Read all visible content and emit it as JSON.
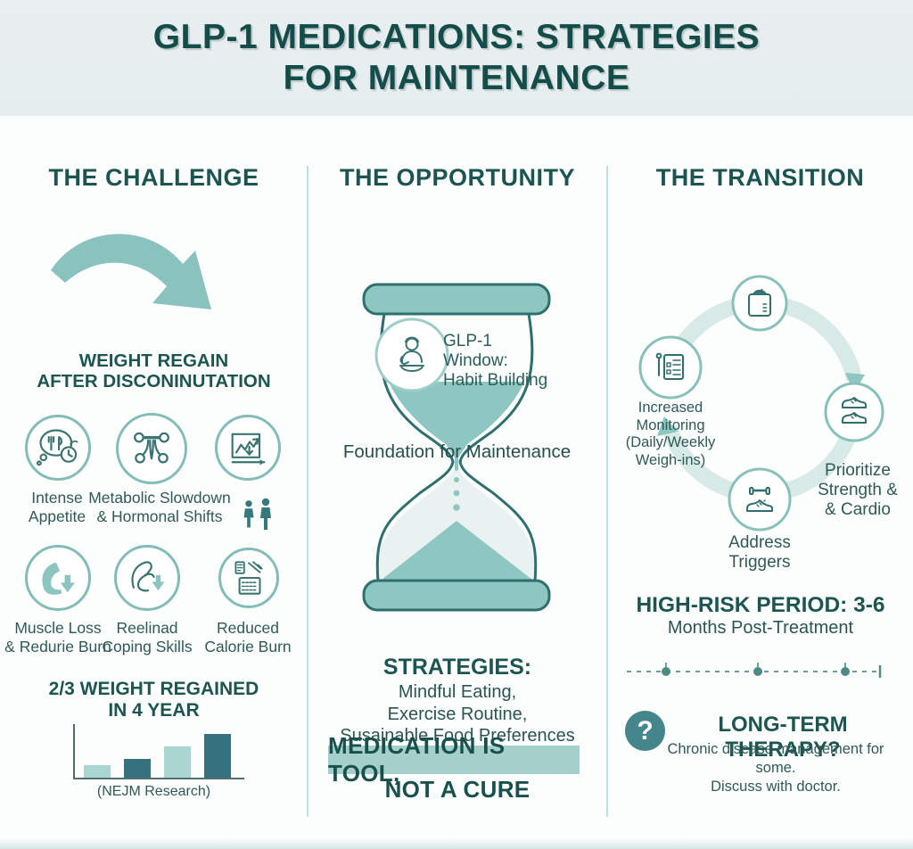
{
  "header": {
    "title": "GLP-1 MEDICATIONS: STRATEGIES\nFOR MAINTENANCE"
  },
  "challenge": {
    "heading": "THE CHALLENGE",
    "regain_title": "WEIGHT REGAIN\nAFTER DISCONINUTATION",
    "factors_row1": [
      {
        "icon": "appetite-craving-icon",
        "label": "Intense\nAppetite"
      },
      {
        "icon": "metabolism-nodes-icon",
        "label": "Metabolic Slowdown\n& Hormonal Shifts"
      },
      {
        "icon": "weight-fluctuation-chart-icon",
        "label": ""
      }
    ],
    "factors_row2": [
      {
        "icon": "muscle-loss-icon",
        "label": "Muscle Loss\n& Redurie Burn"
      },
      {
        "icon": "coping-skills-arm-icon",
        "label": "Reelinad\nCoping Skills"
      },
      {
        "icon": "calorie-calculator-icon",
        "label": "Reduced\nCalorie Burn"
      }
    ],
    "stat_title": "2/3 WEIGHT REGAINED\nIN 4 YEAR",
    "chart_caption": "(NEJM Research)",
    "chart_data": {
      "type": "bar",
      "values": [
        29,
        43,
        71,
        100
      ],
      "bar_colors": [
        "#a9d6d0",
        "#35717f",
        "#a9d6d0",
        "#35717f"
      ],
      "title": "2/3 WEIGHT REGAINED IN 4 YEAR",
      "source": "(NEJM Research)",
      "grid": false
    }
  },
  "opportunity": {
    "heading": "THE OPPORTUNITY",
    "hourglass_top_label": "GLP-1 Window:\nHabit Building",
    "hourglass_mid_label": "Foundation for Maintenance",
    "strategies_heading": "STRATEGIES:",
    "strategies_lines": "Mindful Eating,\nExercise Routine,\nSusainable Food Preferences",
    "highlight_line1": "MEDICATION IS TOOL,",
    "highlight_line2": "NOT A CURE"
  },
  "transition": {
    "heading": "THE TRANSITION",
    "cycle": {
      "monitoring_label": "Increased Monitoring\n(Daily/Weekly Weigh-ins)",
      "prioritize_label": "Prioritize\nStrength &\n& Cardio",
      "triggers_label": "Address\nTriggers",
      "icons": [
        "weigh-scale-icon",
        "monitoring-checklist-icon",
        "sneakers-pair-icon",
        "sneaker-dumbbell-icon"
      ]
    },
    "risk_title": "HIGH-RISK PERIOD: 3-6",
    "risk_subtitle": "Months Post-Treatment",
    "question_mark": "?",
    "longterm_title": "LONG-TERM THERAPY?",
    "longterm_body": "Chronic disease management for some.\nDiscuss with doctor."
  },
  "colors": {
    "header_band": "#e8eef0",
    "accent_teal": "#8cc5bf",
    "accent_dark": "#2f6f6d",
    "heading_text": "#1b5451",
    "bar_light": "#a9d6d0",
    "bar_dark": "#35717f",
    "highlight_band": "#a5cfca",
    "question_circle": "#45868c",
    "divider": "#bfe0db"
  }
}
